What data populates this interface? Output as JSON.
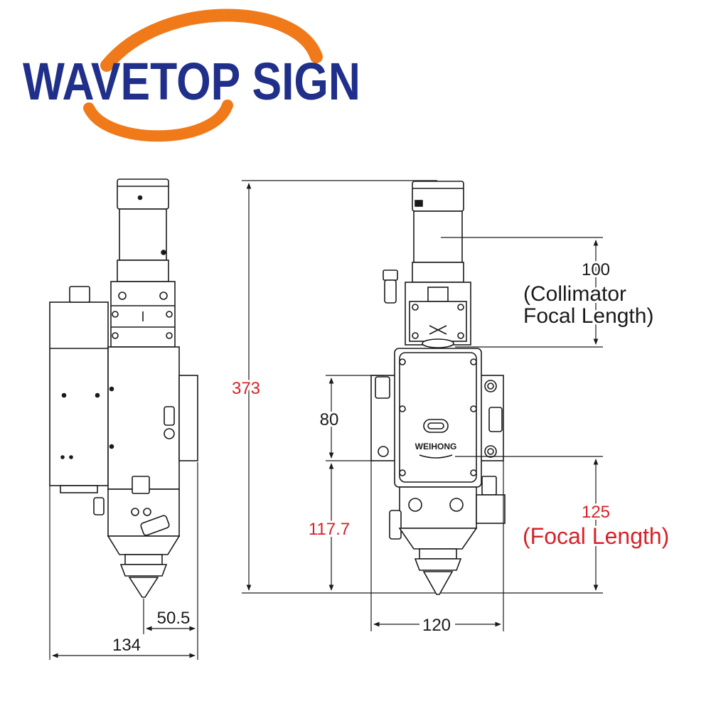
{
  "logo": {
    "text": "WAVETOP SIGN",
    "text_color": "#1f2f8a",
    "arc_color": "#f07a1a"
  },
  "drawing": {
    "line_color": "#1a1a1a",
    "red_text_color": "#d8212a",
    "engraving": "WEIHONG",
    "dimensions": {
      "overall_height": "373",
      "collimator_value": "100",
      "collimator_label_line1": "(Collimator",
      "collimator_label_line2": "Focal Length)",
      "section_80": "80",
      "section_117": "117.7",
      "focal_value": "125",
      "focal_label": "(Focal Length)",
      "width_120": "120",
      "offset_50": "50.5",
      "width_134": "134"
    }
  }
}
